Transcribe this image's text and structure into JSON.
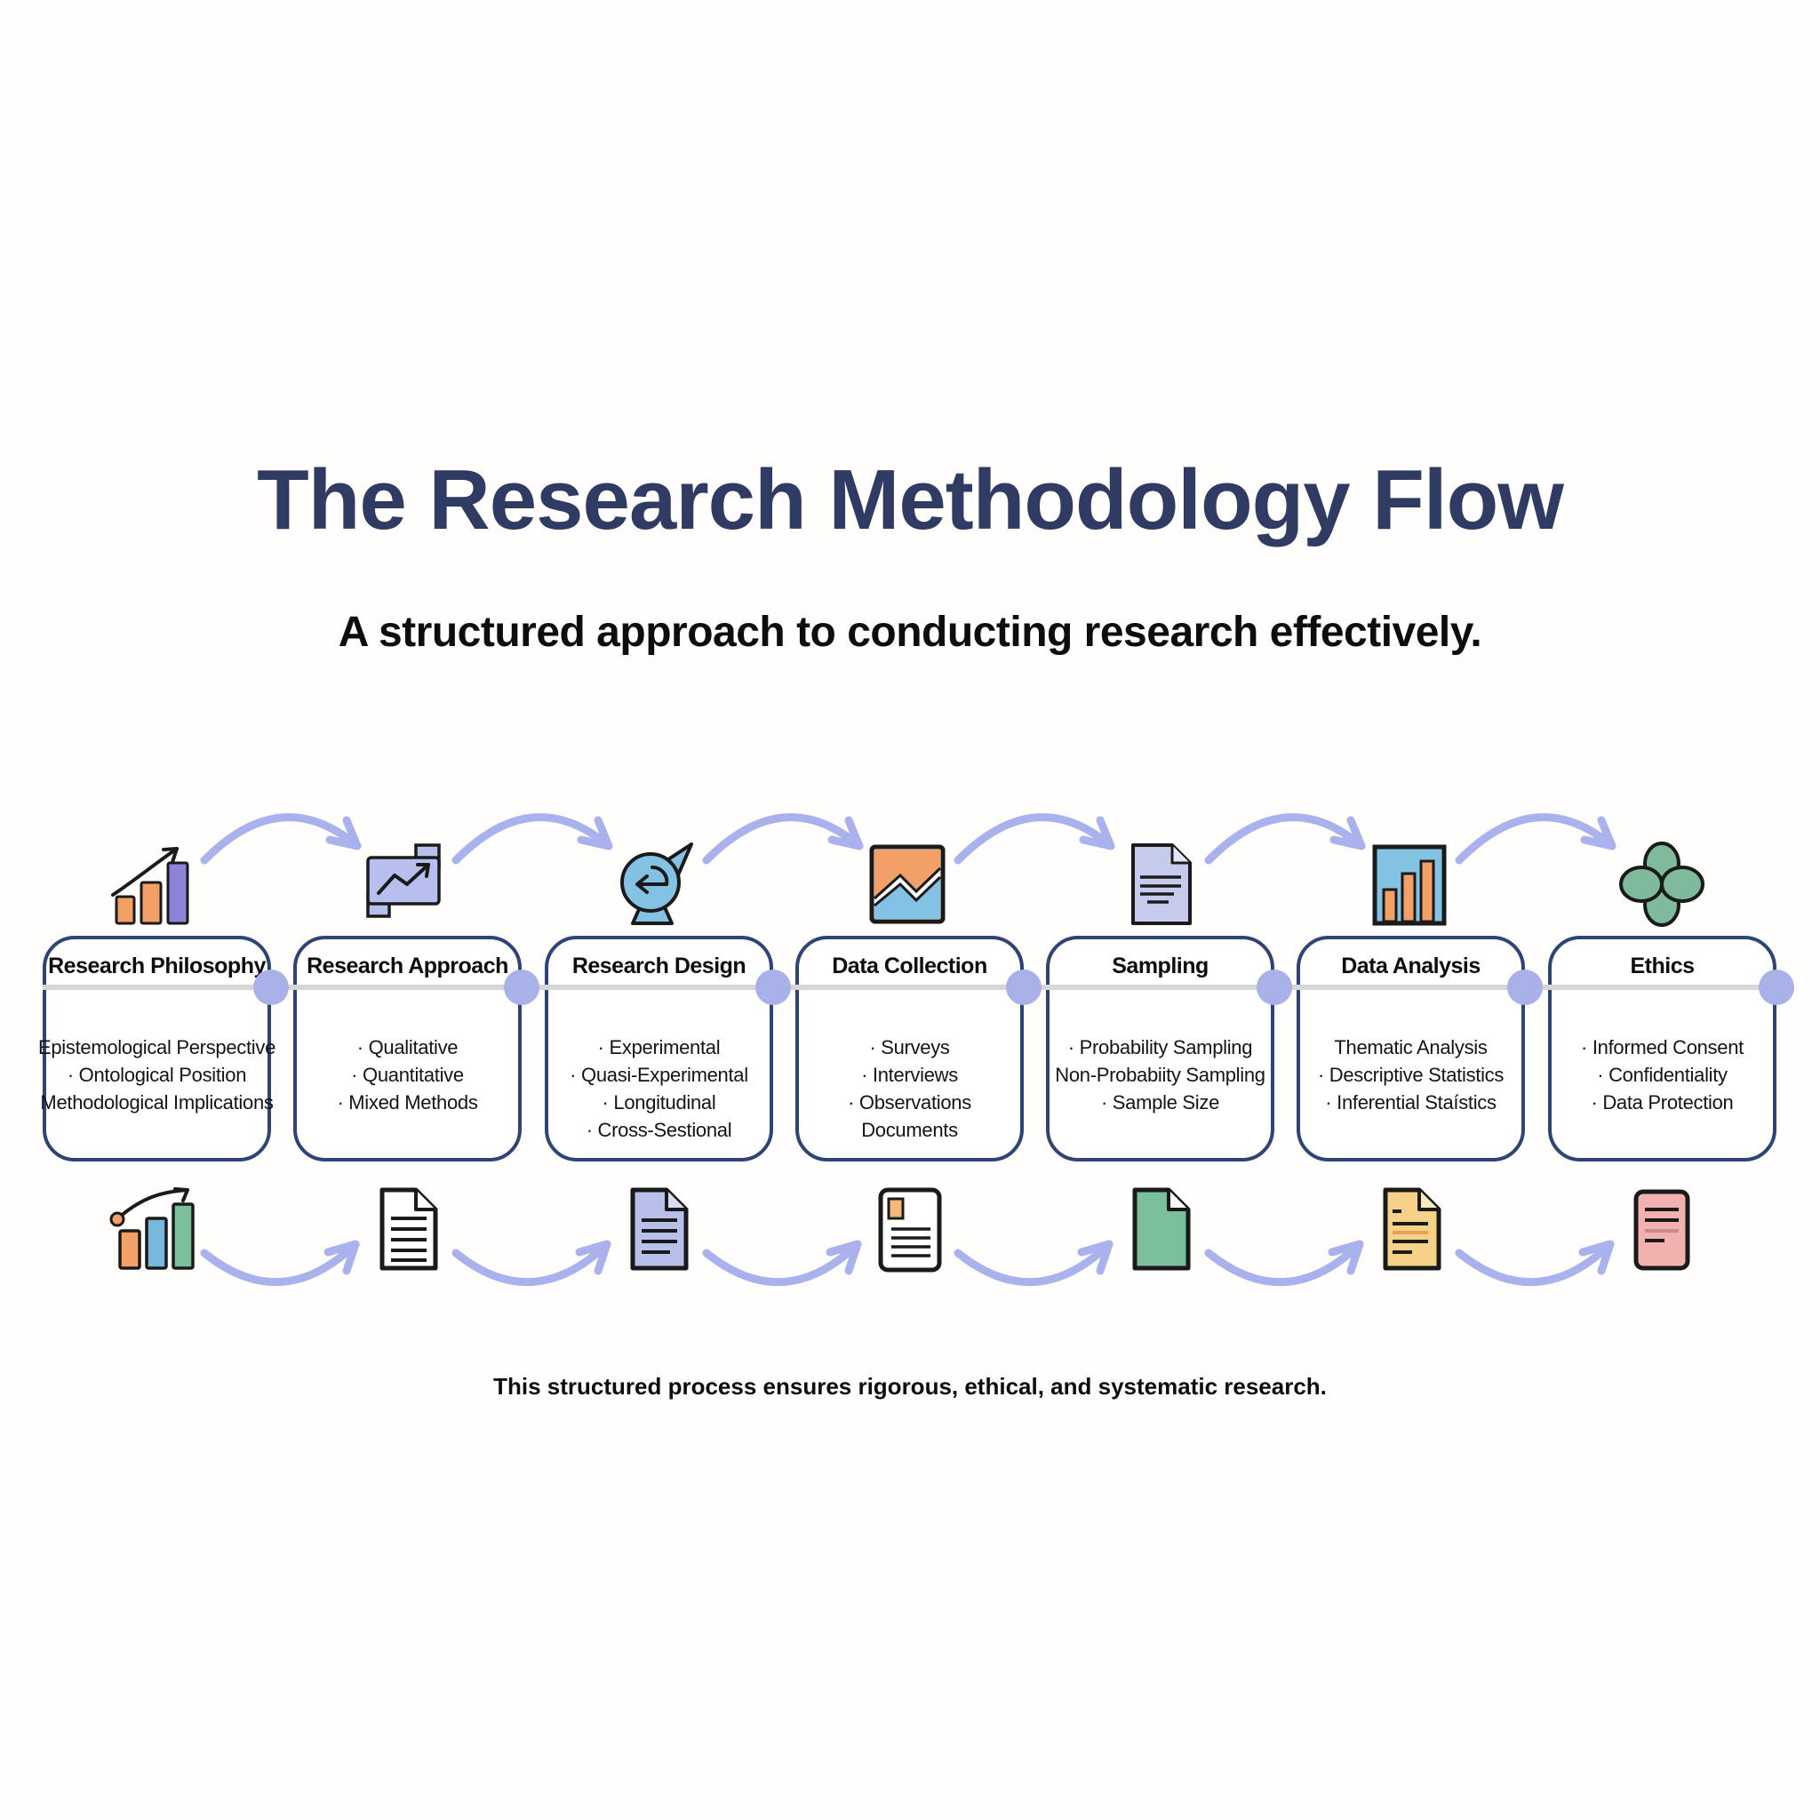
{
  "header": {
    "title": "The Research Methodology Flow",
    "subtitle": "A structured approach to conducting research effectively."
  },
  "cards": [
    {
      "title": "Research Philosophy",
      "top_icon": "growth-bar-chart-icon",
      "doc_icon": "bar-chart-trend-icon",
      "items": [
        "Epistemological Perspective",
        "· Ontological Position",
        "Methodological Implications"
      ]
    },
    {
      "title": "Research Approach",
      "top_icon": "trend-banner-icon",
      "doc_icon": "white-document-icon",
      "items": [
        "· Qualitative",
        "· Quantitative",
        "· Mixed Methods"
      ]
    },
    {
      "title": "Research Design",
      "top_icon": "rotate-arrow-icon",
      "doc_icon": "purple-document-icon",
      "items": [
        "· Experimental",
        "· Quasi-Experimental",
        "· Longitudinal",
        "· Cross-Sestional"
      ]
    },
    {
      "title": "Data Collection",
      "top_icon": "analytics-image-icon",
      "doc_icon": "report-document-icon",
      "items": [
        "· Surveys",
        "· Interviews",
        "· Observations",
        "Documents"
      ]
    },
    {
      "title": "Sampling",
      "top_icon": "document-lines-icon",
      "doc_icon": "green-document-icon",
      "items": [
        "· Probability Sampling",
        "Non-Probabiity Sampling",
        "· Sample Size"
      ]
    },
    {
      "title": "Data Analysis",
      "top_icon": "bar-chart-panel-icon",
      "doc_icon": "yellow-document-icon",
      "items": [
        "Thematic Analysis",
        "· Descriptive Statistics",
        "· Inferential Staístics"
      ]
    },
    {
      "title": "Ethics",
      "top_icon": "clover-icon",
      "doc_icon": "pink-document-icon",
      "items": [
        "· Informed Consent",
        "· Confidentiality",
        "· Data Protection"
      ]
    }
  ],
  "footer": {
    "caption": "This structured process ensures rigorous, ethical, and systematic research."
  },
  "colors": {
    "title_navy": "#303b64",
    "card_border": "#2d4476",
    "connector_dot": "#a9b1e9",
    "flow_arrow": "#a9b2ec",
    "divider_gray": "#d6d6d6",
    "orange": "#f2a066",
    "purple": "#8c84d8",
    "light_purple": "#b7bfee",
    "blue": "#84c2e4",
    "green": "#7eba9b",
    "yellow": "#f6d289",
    "pink": "#f1b1af"
  }
}
